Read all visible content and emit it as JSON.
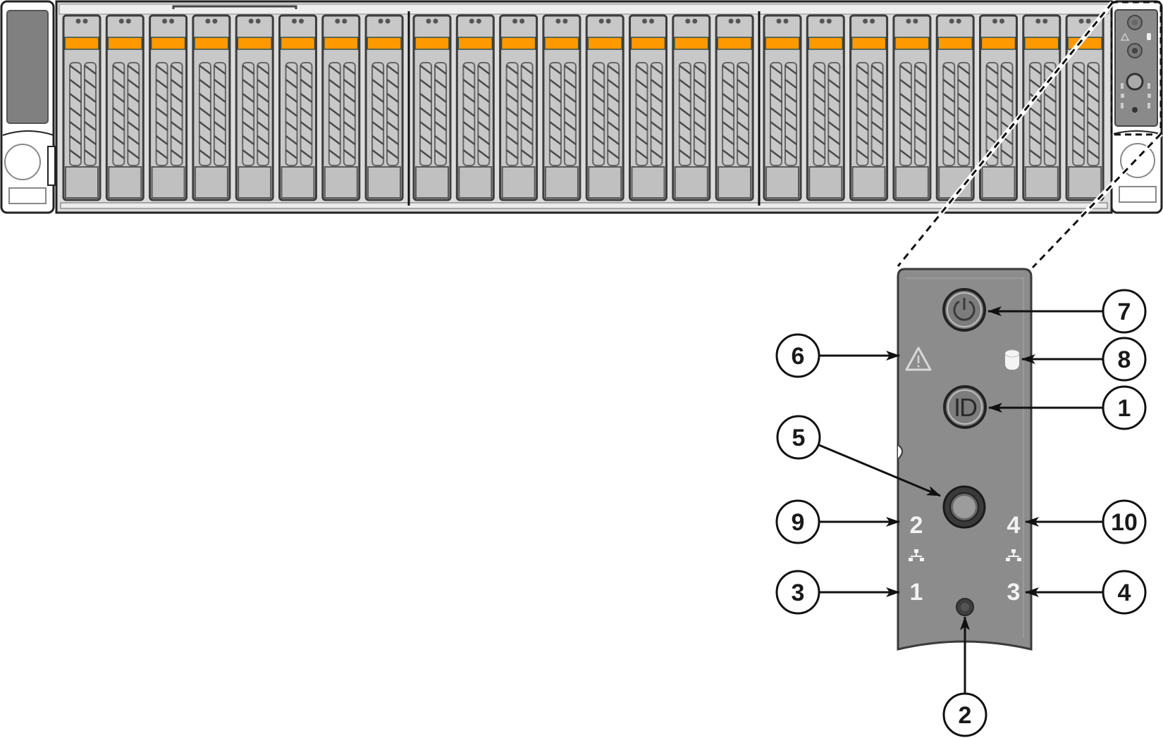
{
  "figure": {
    "subject": "Server front panel with 24 drive bays and enlarged control panel",
    "drive_bay_groups": 3,
    "bays_per_group": 8,
    "colors": {
      "chassis": "#d9d9d9",
      "bay_body": "#c8c8c8",
      "bay_outline": "#3d3d3d",
      "bay_led_strip": "#ff9900",
      "panel": "#8c8c8c",
      "panel_dark": "#4a4a4a",
      "callout_stroke": "#111111"
    }
  },
  "control_panel": {
    "buttons": [
      {
        "id": "power",
        "icon": "power-icon"
      },
      {
        "id": "uid",
        "icon": "id-icon",
        "label": "ID"
      },
      {
        "id": "nmi",
        "icon": "round-button-icon"
      }
    ],
    "leds": [
      {
        "id": "health",
        "icon": "warning-triangle-icon"
      },
      {
        "id": "drive-activity",
        "icon": "drive-cylinder-icon"
      },
      {
        "id": "nic-2",
        "label": "2"
      },
      {
        "id": "nic-4",
        "label": "4"
      },
      {
        "id": "nic-1",
        "label": "1"
      },
      {
        "id": "nic-3",
        "label": "3"
      }
    ],
    "nic_labels": {
      "top_left": "2",
      "top_right": "4",
      "bottom_left": "1",
      "bottom_right": "3"
    },
    "id_label": "ID"
  },
  "callouts": [
    {
      "number": "7",
      "target": "power-button"
    },
    {
      "number": "6",
      "target": "health-led"
    },
    {
      "number": "8",
      "target": "drive-activity-led"
    },
    {
      "number": "1",
      "target": "uid-button"
    },
    {
      "number": "5",
      "target": "nmi-button"
    },
    {
      "number": "9",
      "target": "nic-2-led"
    },
    {
      "number": "10",
      "target": "nic-4-led"
    },
    {
      "number": "3",
      "target": "nic-1-led"
    },
    {
      "number": "4",
      "target": "nic-3-led"
    },
    {
      "number": "2",
      "target": "reset-pinhole"
    }
  ]
}
